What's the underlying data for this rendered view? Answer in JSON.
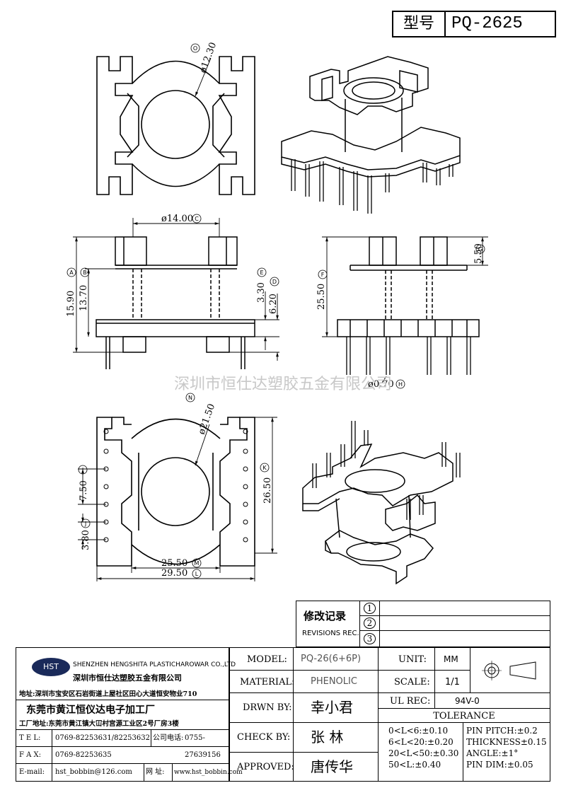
{
  "title_block_top": {
    "label": "型号",
    "value": "PQ-2625"
  },
  "dims": {
    "o": "O",
    "o_val": "ø12.30",
    "c": "C",
    "c_val": "ø14.00",
    "a": "A",
    "a_val": "15.90",
    "b": "B",
    "b_val": "13.70",
    "e": "E",
    "e_val": "3.30",
    "d": "D",
    "d_val": "6.20",
    "f": "F",
    "f_val": "25.50",
    "g": "G",
    "g_val": "5.50",
    "h": "H",
    "h_val": "ø0.70",
    "n": "N",
    "n_val": "ø21.50",
    "i": "I",
    "i_val": "7.50",
    "j": "J",
    "j_val": "3.80",
    "k": "K",
    "k_val": "26.50",
    "m": "M",
    "m_val": "25.50",
    "l": "L",
    "l_val": "29.50"
  },
  "watermark": "深圳市恒仕达塑胶五金有限公司",
  "revisions": {
    "label_cn": "修改记录",
    "label_en": "REVISIONS REC.",
    "rows": [
      "1",
      "2",
      "3"
    ]
  },
  "company": {
    "logo": "HST",
    "name_en": "SHENZHEN HENGSHITA PLASTICHAROWAR CO.,LTD",
    "name_cn": "深圳市恒仕达塑胶五金有限公司",
    "address": "地址:深圳市宝安区石岩街道上屋社区田心大道恒安物业710",
    "factory_cn": "东莞市黄江恒仪达电子加工厂",
    "factory_addr": "工厂地址:东莞市黄江镇大冚村宫源工业区2号厂房3楼",
    "tel_label": "T E L:",
    "tel": "0769-82253631/82253632",
    "office_tel_label": "公司电话:",
    "office_tel": "0755-27639156",
    "fax_label": "F A X:",
    "fax": "0769-82253635",
    "email_label": "E-mail:",
    "email": "hst_bobbin@126.com",
    "web_label": "网 址:",
    "web": "www.hst_bobbin.com"
  },
  "spec": {
    "model_label": "MODEL:",
    "model": "PQ-26(6+6P)",
    "material_label": "MATERIAL:",
    "material": "PHENOLIC",
    "drawn_label": "DRWN BY:",
    "drawn": "幸小君",
    "check_label": "CHECK BY:",
    "check": "张 林",
    "approved_label": "APPROVED:",
    "approved": "唐传华",
    "unit_label": "UNIT:",
    "unit": "MM",
    "scale_label": "SCALE:",
    "scale": "1/1",
    "ul_label": "UL REC:",
    "ul": "94V-0",
    "tolerance_label": "TOLERANCE",
    "tol1": "0<L<6:±0.10",
    "tol2": "6<L<20:±0.20",
    "tol3": "20<L<50:±0.30",
    "tol4": "50<L:±0.40",
    "pin_pitch": "PIN PITCH:±0.2",
    "thickness": "THICKNESS±0.15",
    "angle": "ANGLE:±1°",
    "pin_dim": "PIN DIM:±0.05"
  }
}
